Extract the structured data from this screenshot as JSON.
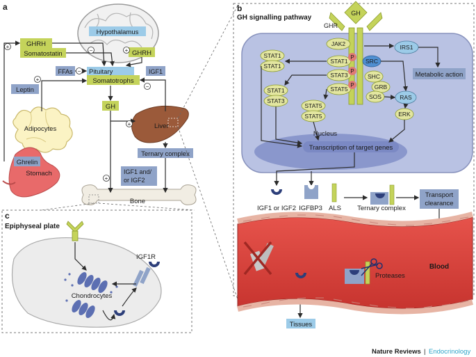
{
  "panel_a": {
    "label": "a",
    "hypothalamus": "Hypothalamus",
    "ghrh_left": "GHRH",
    "somatostatin": "Somatostatin",
    "ghrh_right": "GHRH",
    "pituitary": "Pituitary",
    "somatotrophs": "Somatotrophs",
    "ffas": "FFAs",
    "igf1": "IGF1",
    "leptin": "Leptin",
    "gh": "GH",
    "adipocytes": "Adipocytes",
    "liver": "Liver",
    "ternary_complex": "Ternary complex",
    "igf_line1": "IGF1 and/",
    "igf_line2": "or IGF2",
    "ghrelin": "Ghrelin",
    "stomach": "Stomach",
    "bone": "Bone",
    "plus": "+",
    "minus": "−"
  },
  "panel_b": {
    "label": "b",
    "title": "GH signalling pathway",
    "gh": "GH",
    "ghr": "GHR",
    "jak2": "JAK2",
    "irs1": "IRS1",
    "stat1": "STAT1",
    "stat3": "STAT3",
    "stat5": "STAT5",
    "src": "SRC",
    "shc": "SHC",
    "grb": "GRB",
    "sos": "SOS",
    "ras": "RAS",
    "erk": "ERK",
    "p": "P",
    "metabolic_action": "Metabolic action",
    "nucleus": "Nucleus",
    "transcription": "Transcription of target genes",
    "igf1_or_igf2": "IGF1 or IGF2",
    "igfbp3": "IGFBP3",
    "als": "ALS",
    "ternary_complex": "Ternary complex",
    "transport_line1": "Transport",
    "transport_line2": "clearance",
    "blood": "Blood",
    "proteases": "Proteases",
    "tissues": "Tissues"
  },
  "panel_c": {
    "label": "c",
    "title": "Epiphyseal plate",
    "igf1r": "IGF1R",
    "chondrocytes": "Chondrocytes"
  },
  "footer": {
    "journal": "Nature Reviews",
    "separator": "|",
    "section": "Endocrinology"
  },
  "colors": {
    "label_green": "#c4d35a",
    "label_blue": "#8fa3c8",
    "hypothalamus_blue": "#9ccbe8",
    "cell_fill": "#b9c2e3",
    "nucleus_fill": "#8a97cc",
    "protein_yellow": "#e3e6a0",
    "phospho_red": "#e07a74",
    "blood_red": "#d8403a",
    "liver_brown": "#9b5a3a",
    "accent_blue": "#2aa3c8"
  }
}
